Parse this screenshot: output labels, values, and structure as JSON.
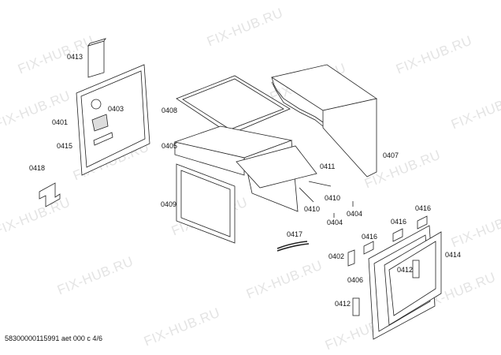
{
  "watermark": "FIX-HUB.RU",
  "labels": [
    "0413",
    "0403",
    "0401",
    "0415",
    "0418",
    "0408",
    "0405",
    "0409",
    "0407",
    "0411",
    "0410",
    "0410",
    "0404",
    "0404",
    "0417",
    "0416",
    "0416",
    "0416",
    "0402",
    "0414",
    "0412",
    "0406",
    "0412"
  ],
  "footer": "58300000115991 aet 000 c 4/6"
}
